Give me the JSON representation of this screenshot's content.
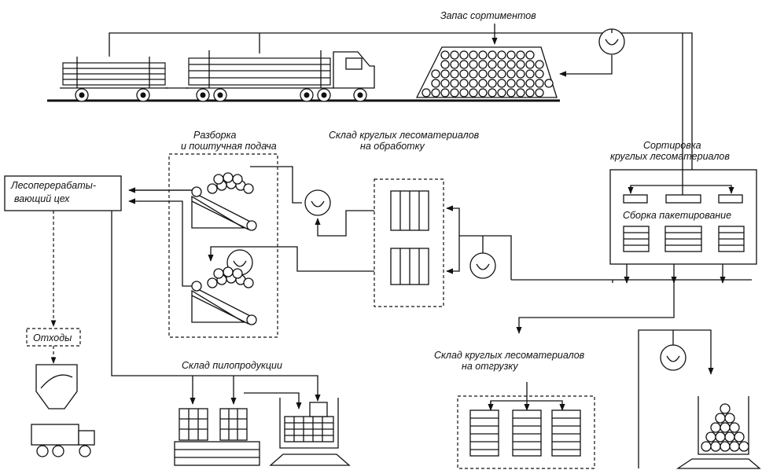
{
  "labels": {
    "stock": "Запас сортиментов",
    "sorting_1": "Сортировка",
    "sorting_2": "круглых лесоматериалов",
    "assembly": "Сборка пакетирование",
    "disassembly_1": "Разборка",
    "disassembly_2": "и поштучная подача",
    "warehouse_processing_1": "Склад круглых лесоматериалов",
    "warehouse_processing_2": "на обработку",
    "sawmill_1": "Лесоперерабаты-",
    "sawmill_2": "вающий цех",
    "waste": "Отходы",
    "lumber_warehouse": "Склад пилопродукции",
    "warehouse_shipping_1": "Склад круглых лесоматериалов",
    "warehouse_shipping_2": "на отгрузку"
  },
  "colors": {
    "ink": "#111111",
    "paper": "#ffffff"
  }
}
